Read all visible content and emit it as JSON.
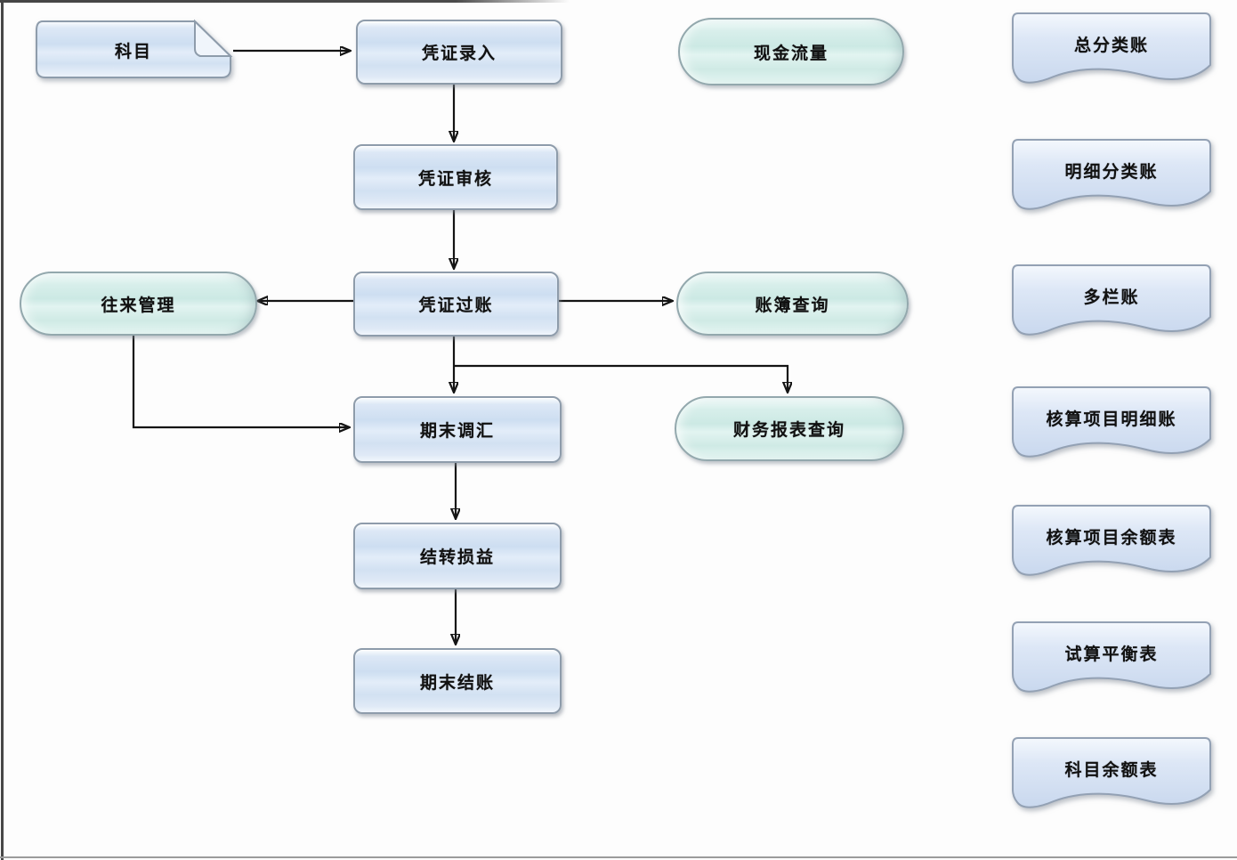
{
  "diagram": {
    "type": "flowchart",
    "colors": {
      "process_fill": "#d3e1f2",
      "terminator_fill": "#d2ebe6",
      "report_fill": "#d6e1f3",
      "shape_border": "#8e9cab",
      "connector": "#141414",
      "frame": "#474747"
    },
    "nodes": {
      "subject": {
        "label": "科目",
        "shape": "document"
      },
      "voucher_entry": {
        "label": "凭证录入",
        "shape": "process"
      },
      "voucher_review": {
        "label": "凭证审核",
        "shape": "process"
      },
      "voucher_posting": {
        "label": "凭证过账",
        "shape": "process"
      },
      "period_end_adjust": {
        "label": "期末调汇",
        "shape": "process"
      },
      "transfer_profit_loss": {
        "label": "结转损益",
        "shape": "process"
      },
      "period_end_closing": {
        "label": "期末结账",
        "shape": "process"
      },
      "cash_flow": {
        "label": "现金流量",
        "shape": "terminator"
      },
      "contact_management": {
        "label": "往来管理",
        "shape": "terminator"
      },
      "ledger_inquiry": {
        "label": "账簿查询",
        "shape": "terminator"
      },
      "financial_report_inquiry": {
        "label": "财务报表查询",
        "shape": "terminator"
      }
    },
    "reports": [
      {
        "label": "总分类账"
      },
      {
        "label": "明细分类账"
      },
      {
        "label": "多栏账"
      },
      {
        "label": "核算项目明细账"
      },
      {
        "label": "核算项目余额表"
      },
      {
        "label": "试算平衡表"
      },
      {
        "label": "科目余额表"
      }
    ],
    "edges": [
      "subject → voucher_entry",
      "voucher_entry → voucher_review",
      "voucher_review → voucher_posting",
      "voucher_posting → contact_management",
      "voucher_posting → ledger_inquiry",
      "voucher_posting → period_end_adjust",
      "voucher_posting → financial_report_inquiry",
      "contact_management → period_end_adjust",
      "period_end_adjust → transfer_profit_loss",
      "transfer_profit_loss → period_end_closing"
    ]
  }
}
